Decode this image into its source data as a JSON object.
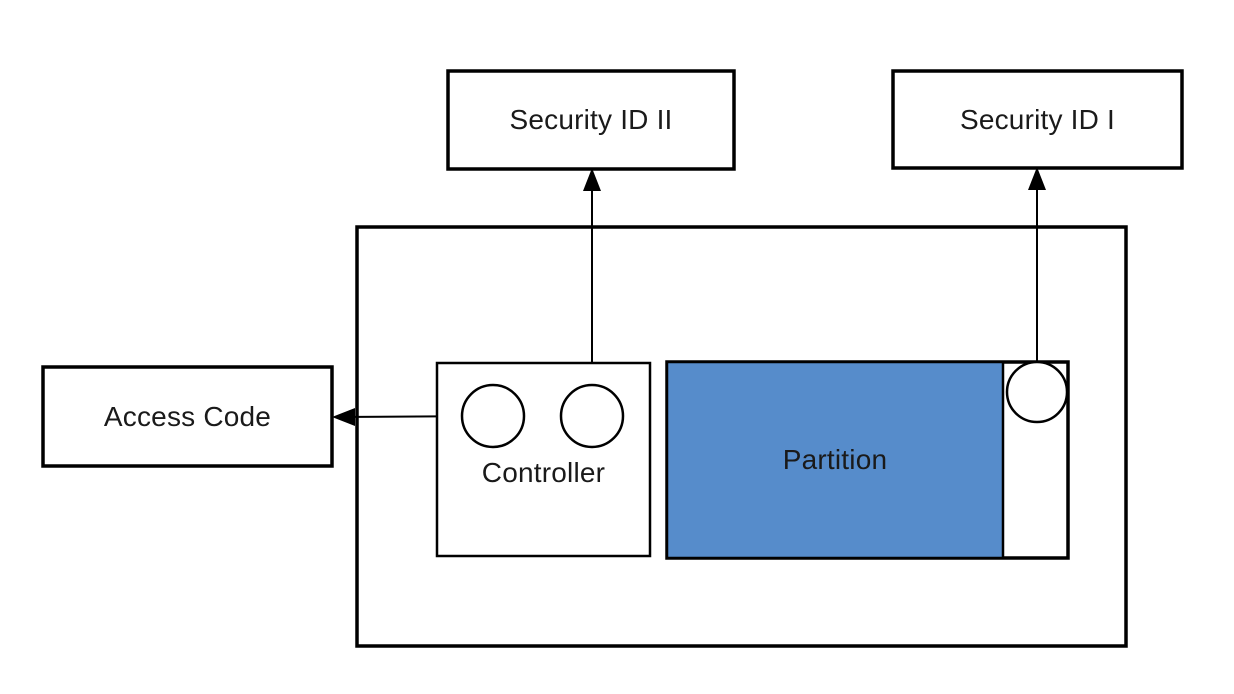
{
  "diagram": {
    "background_color": "#ffffff",
    "line_color": "#000000",
    "partition_fill": "#568CCB",
    "text_color": "#1a1a1a",
    "nodes": {
      "security_id_2": {
        "label": "Security ID II"
      },
      "security_id_1": {
        "label": "Security ID I"
      },
      "access_code": {
        "label": "Access Code"
      },
      "outer_container": {
        "label": ""
      },
      "controller": {
        "label": "Controller"
      },
      "partition": {
        "label": "Partition"
      }
    },
    "edges": [
      {
        "from": "controller-port-right",
        "to": "security_id_2",
        "arrow": "up"
      },
      {
        "from": "partition-port",
        "to": "security_id_1",
        "arrow": "up"
      },
      {
        "from": "controller-port-left",
        "to": "access_code",
        "arrow": "left"
      }
    ]
  }
}
